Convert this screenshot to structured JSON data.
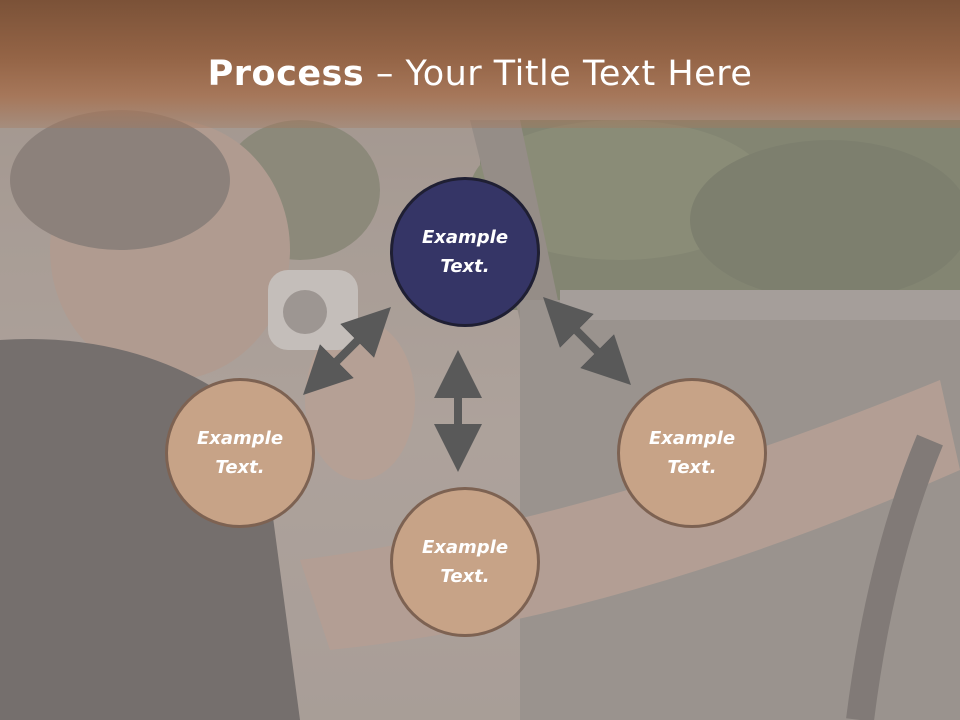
{
  "title": {
    "bold": "Process",
    "rest": " – Your Title Text Here"
  },
  "diagram": {
    "center": "Example Text.",
    "left": "Example Text.",
    "right": "Example Text.",
    "bottom": "Example Text."
  },
  "colors": {
    "title_bar": "#946446",
    "center_fill": "#353566",
    "node_fill": "#c7a387",
    "node_border": "#7d6252",
    "arrow": "#595959"
  }
}
